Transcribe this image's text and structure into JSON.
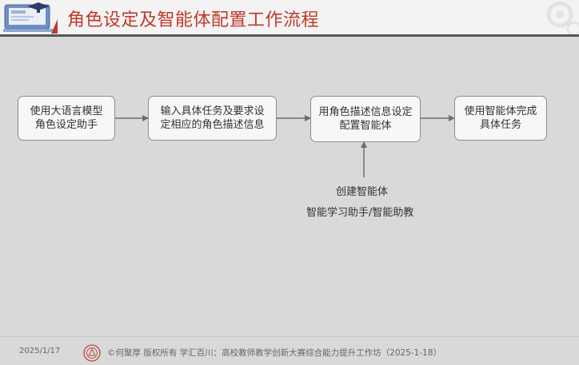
{
  "header": {
    "title": "角色设定及智能体配置工作流程"
  },
  "diagram": {
    "nodes": [
      {
        "line1": "使用大语言模型",
        "line2": "角色设定助手"
      },
      {
        "line1": "输入具体任务及要求设",
        "line2": "定相应的角色描述信息"
      },
      {
        "line1": "用角色描述信息设定",
        "line2": "配置智能体"
      },
      {
        "line1": "使用智能体完成",
        "line2": "具体任务"
      }
    ],
    "input_note": {
      "line1": "创建智能体",
      "line2": "智能学习助手/智能助教"
    }
  },
  "footer": {
    "date": "2025/1/17",
    "text": "©何聚厚 版权所有   学汇百川：高校教师教学创新大赛综合能力提升工作坊（2025-1-18）"
  },
  "colors": {
    "title": "#c0392b",
    "header_rule": "#555555",
    "background": "#d9d9d9",
    "connector": "#6d6d6d"
  }
}
